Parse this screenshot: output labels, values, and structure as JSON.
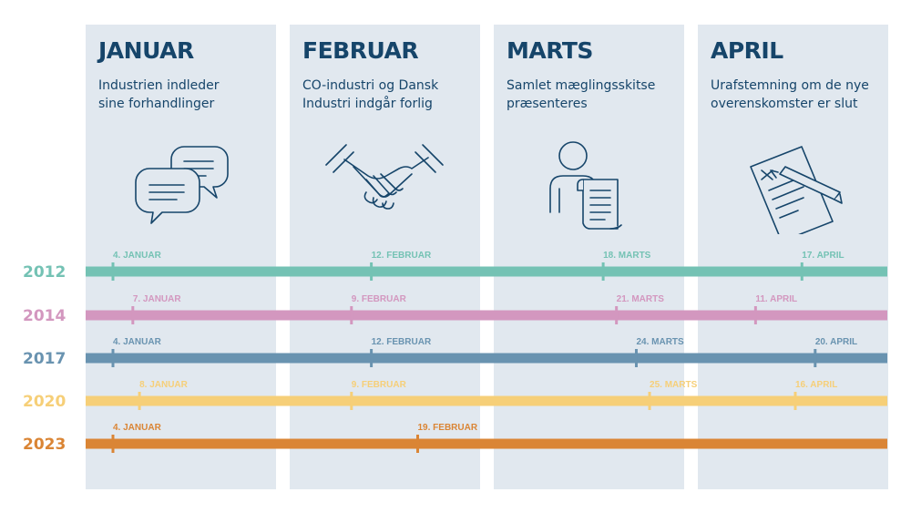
{
  "months": [
    {
      "title": "JANUAR",
      "desc_line1": "Industrien indleder",
      "desc_line2": "sine forhandlinger",
      "icon": "chat-bubbles-icon"
    },
    {
      "title": "FEBRUAR",
      "desc_line1": "CO-industri og Dansk",
      "desc_line2": "Industri indgår forlig",
      "icon": "handshake-icon"
    },
    {
      "title": "MARTS",
      "desc_line1": "Samlet mæglingsskitse",
      "desc_line2": "præsenteres",
      "icon": "person-document-icon"
    },
    {
      "title": "APRIL",
      "desc_line1": "Urafstemning om de nye",
      "desc_line2": "overenskomster er slut",
      "icon": "contract-pen-icon"
    }
  ],
  "colors": {
    "title": "#16456a",
    "column_bg": "#e1e8ef"
  },
  "chart_data": {
    "type": "timeline",
    "x_axis": "date",
    "series": [
      {
        "name": "2012",
        "color": "#74c2b4",
        "events": [
          {
            "date": "2012-01-04",
            "label": "4. JANUAR"
          },
          {
            "date": "2012-02-12",
            "label": "12. FEBRUAR"
          },
          {
            "date": "2012-03-18",
            "label": "18. MARTS"
          },
          {
            "date": "2012-04-17",
            "label": "17. APRIL"
          }
        ]
      },
      {
        "name": "2014",
        "color": "#d397bf",
        "events": [
          {
            "date": "2014-01-07",
            "label": "7. JANUAR"
          },
          {
            "date": "2014-02-09",
            "label": "9. FEBRUAR"
          },
          {
            "date": "2014-03-21",
            "label": "21. MARTS"
          },
          {
            "date": "2014-04-11",
            "label": "11. APRIL"
          }
        ]
      },
      {
        "name": "2017",
        "color": "#6993b0",
        "events": [
          {
            "date": "2017-01-04",
            "label": "4. JANUAR"
          },
          {
            "date": "2017-02-12",
            "label": "12. FEBRUAR"
          },
          {
            "date": "2017-03-24",
            "label": "24. MARTS"
          },
          {
            "date": "2017-04-20",
            "label": "20. APRIL"
          }
        ]
      },
      {
        "name": "2020",
        "color": "#f6cf78",
        "events": [
          {
            "date": "2020-01-08",
            "label": "8. JANUAR"
          },
          {
            "date": "2020-02-09",
            "label": "9. FEBRUAR"
          },
          {
            "date": "2020-03-25",
            "label": "25. MARTS"
          },
          {
            "date": "2020-04-16",
            "label": "16. APRIL"
          }
        ]
      },
      {
        "name": "2023",
        "color": "#da8535",
        "events": [
          {
            "date": "2023-01-04",
            "label": "4. JANUAR"
          },
          {
            "date": "2023-02-19",
            "label": "19. FEBRUAR"
          }
        ]
      }
    ]
  }
}
